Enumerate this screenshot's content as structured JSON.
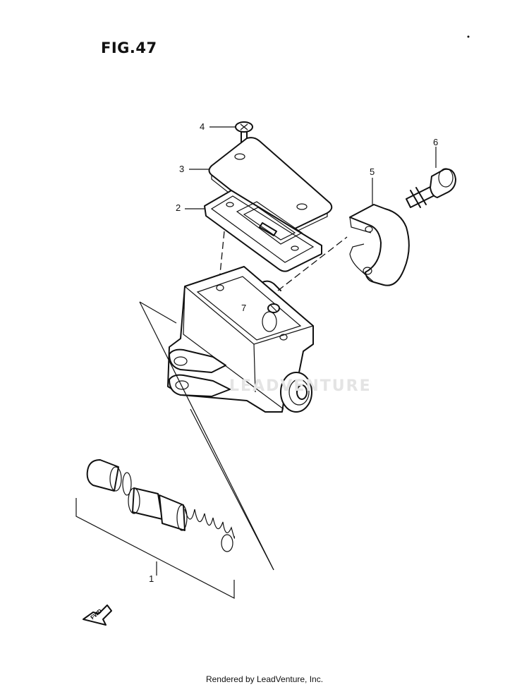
{
  "figure": {
    "title": "FIG.47"
  },
  "callouts": [
    {
      "id": "1",
      "label": "1"
    },
    {
      "id": "2",
      "label": "2"
    },
    {
      "id": "3",
      "label": "3"
    },
    {
      "id": "4",
      "label": "4"
    },
    {
      "id": "5",
      "label": "5"
    },
    {
      "id": "6",
      "label": "6"
    },
    {
      "id": "7",
      "label": "7"
    }
  ],
  "direction_marker": {
    "label": "FWD",
    "icon": "arrow-left-icon"
  },
  "watermark": {
    "text": "LEADVENTURE"
  },
  "footer": {
    "text": "Rendered by LeadVenture, Inc."
  }
}
